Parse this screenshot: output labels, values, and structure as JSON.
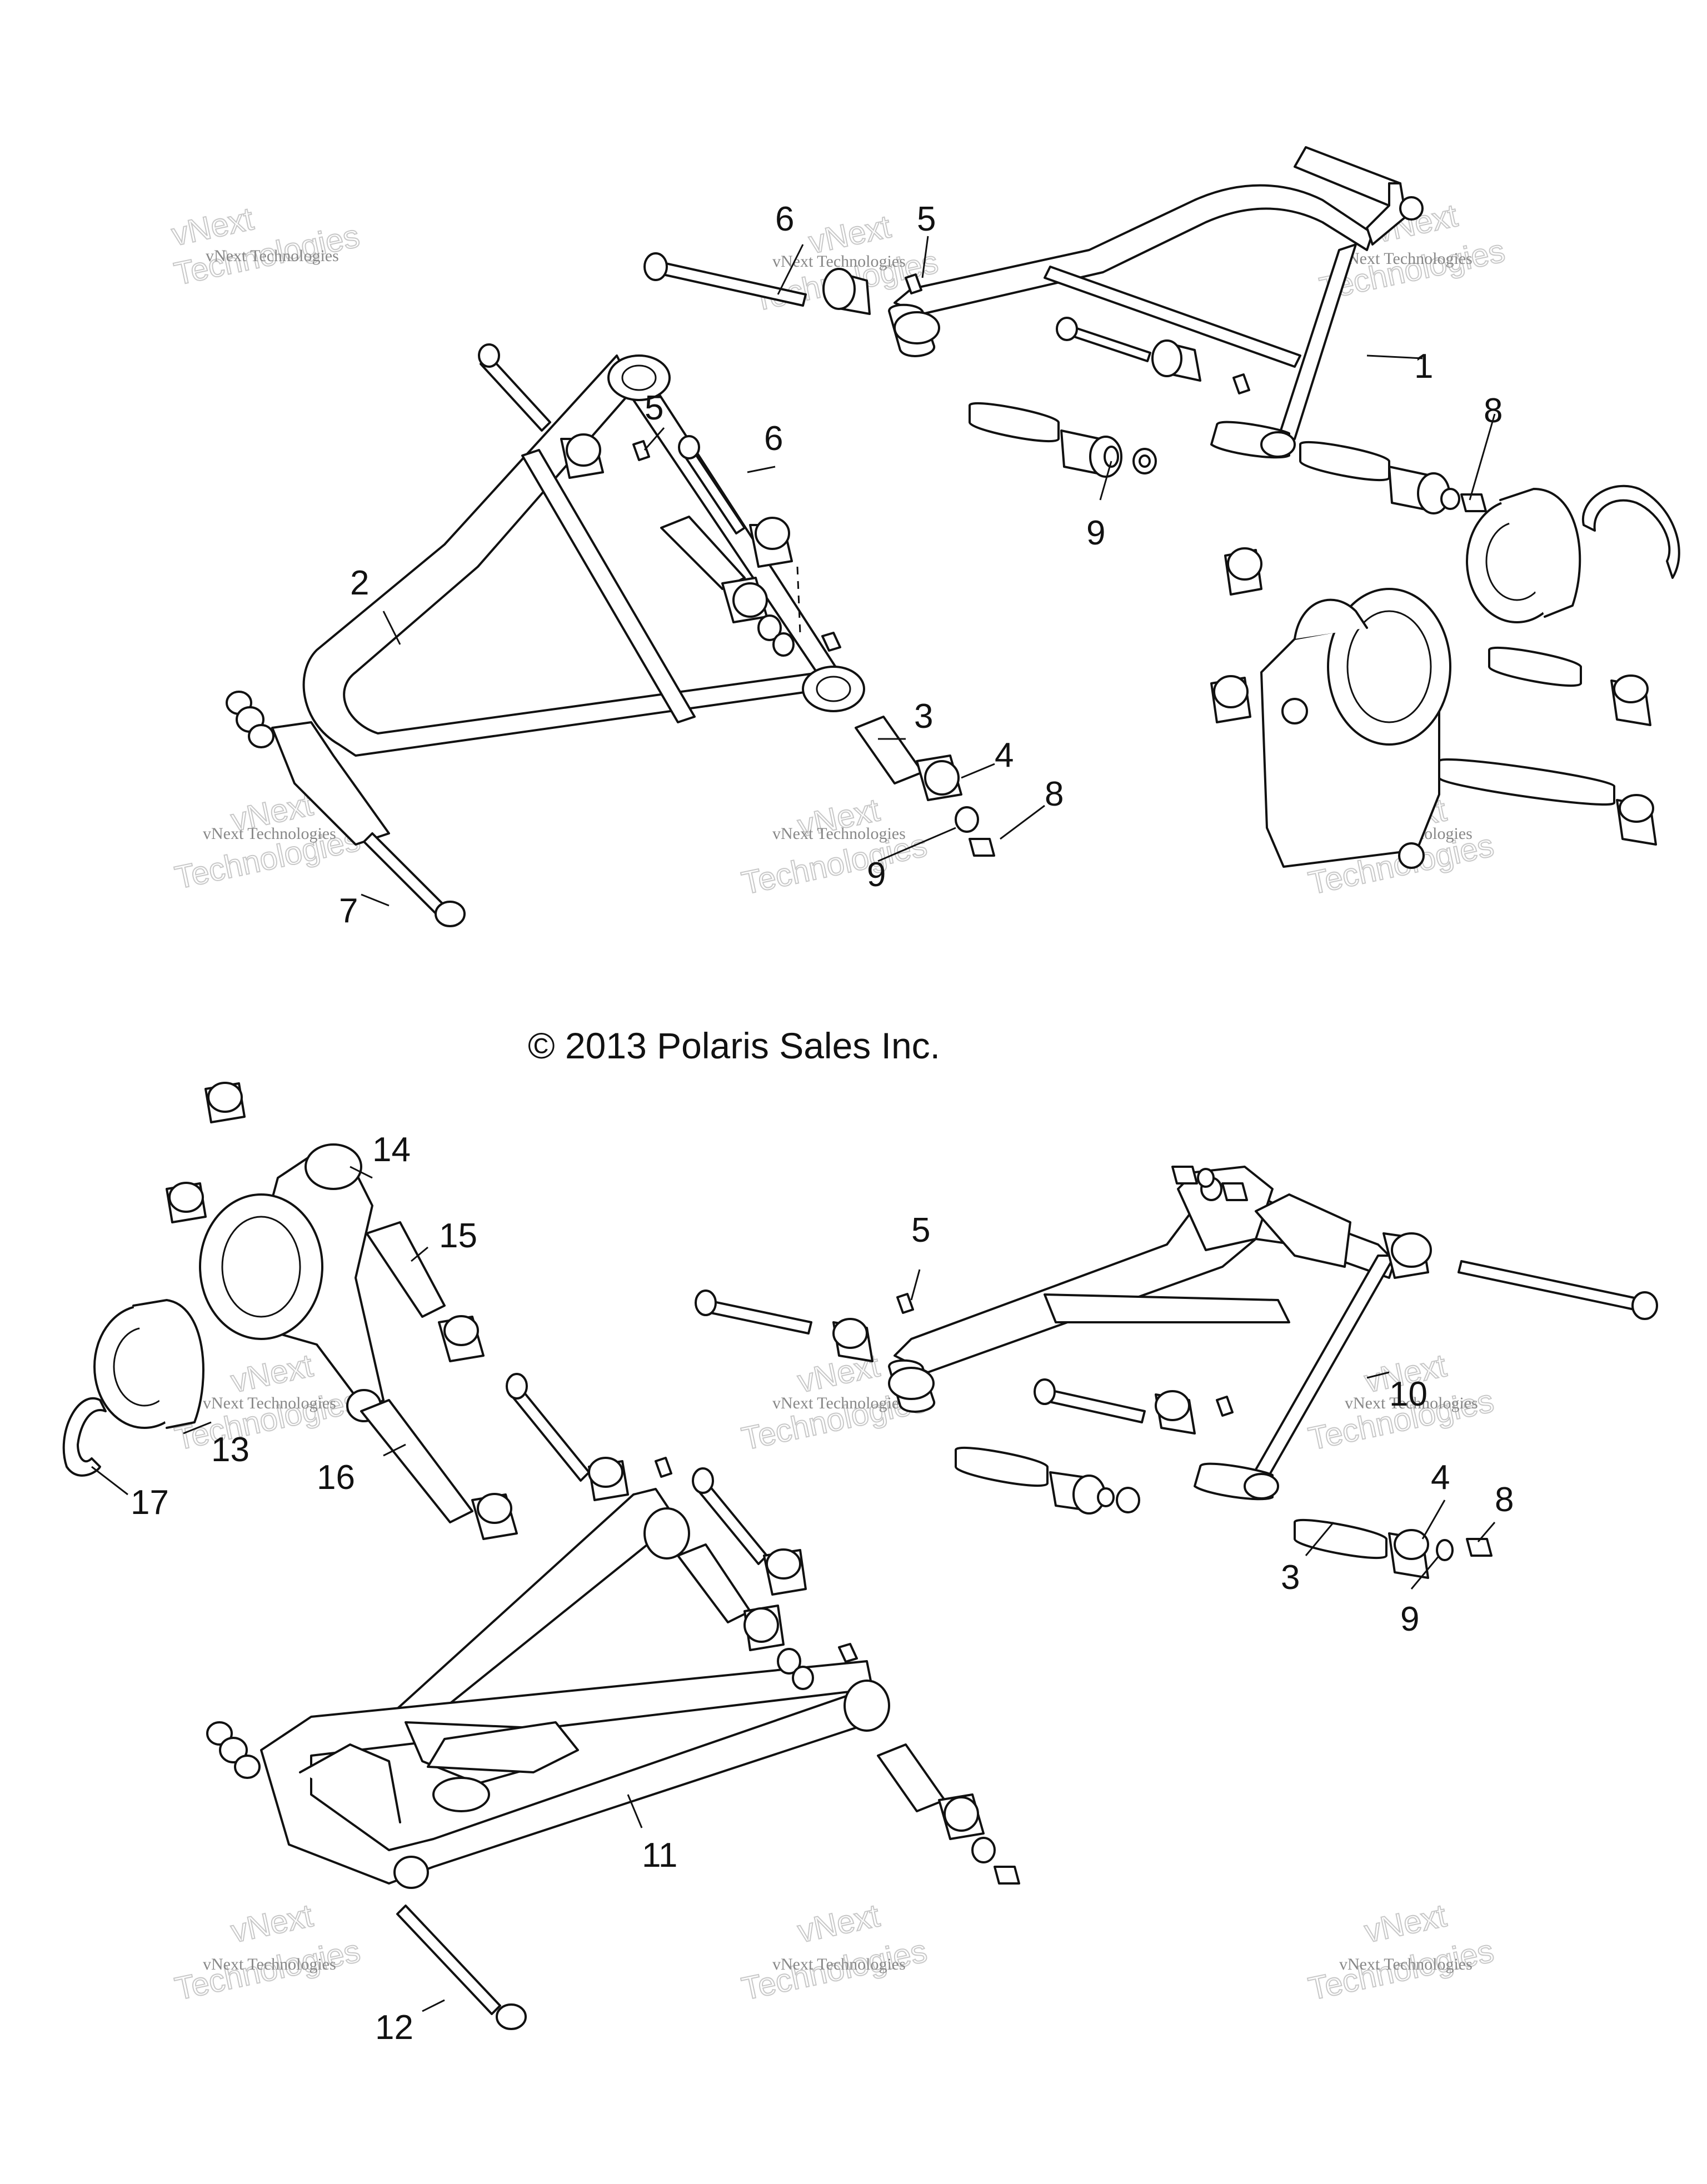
{
  "copyright": "© 2013 Polaris Sales Inc.",
  "watermark": {
    "line1": "vNext Technologies",
    "line2": "vNext",
    "line3": "Technologies"
  },
  "callouts": {
    "c1": "1",
    "c2": "2",
    "c3a": "3",
    "c4a": "4",
    "c5a": "5",
    "c5b": "5",
    "c6a": "6",
    "c6b": "6",
    "c7": "7",
    "c8a": "8",
    "c8b": "8",
    "c9a": "9",
    "c9b": "9",
    "c3b": "3",
    "c4b": "4",
    "c5c": "5",
    "c8c": "8",
    "c9c": "9",
    "c10": "10",
    "c11": "11",
    "c12": "12",
    "c13": "13",
    "c14": "14",
    "c15": "15",
    "c16": "16",
    "c17": "17"
  }
}
